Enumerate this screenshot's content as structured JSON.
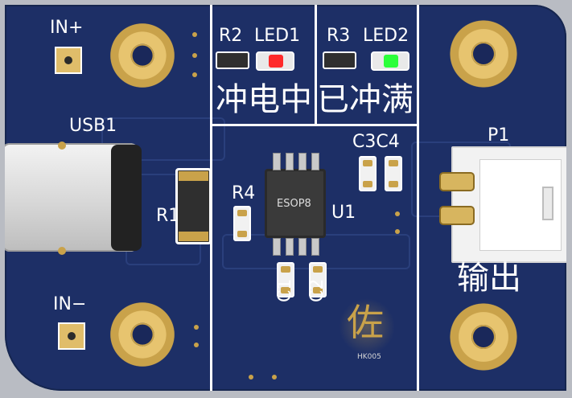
{
  "labels": {
    "in_plus": "IN+",
    "in_minus": "IN−",
    "usb": "USB1",
    "r1": "R1",
    "r2": "R2",
    "led1": "LED1",
    "r3": "R3",
    "led2": "LED2",
    "charging": "冲电中",
    "full": "已冲满",
    "c3c4": "C3C4",
    "r4": "R4",
    "chip_text": "ESOP8",
    "u1": "U1",
    "c1": "C1",
    "c2": "C2",
    "p1": "P1",
    "output": "输出",
    "logo_char": "佐",
    "logo_sub": "HK005"
  },
  "colors": {
    "board": "#1d2f66",
    "pad_gold": "#c9a24a",
    "silk": "#ffffff",
    "led_red": "#ff2a2a",
    "led_green": "#2bff3a"
  }
}
